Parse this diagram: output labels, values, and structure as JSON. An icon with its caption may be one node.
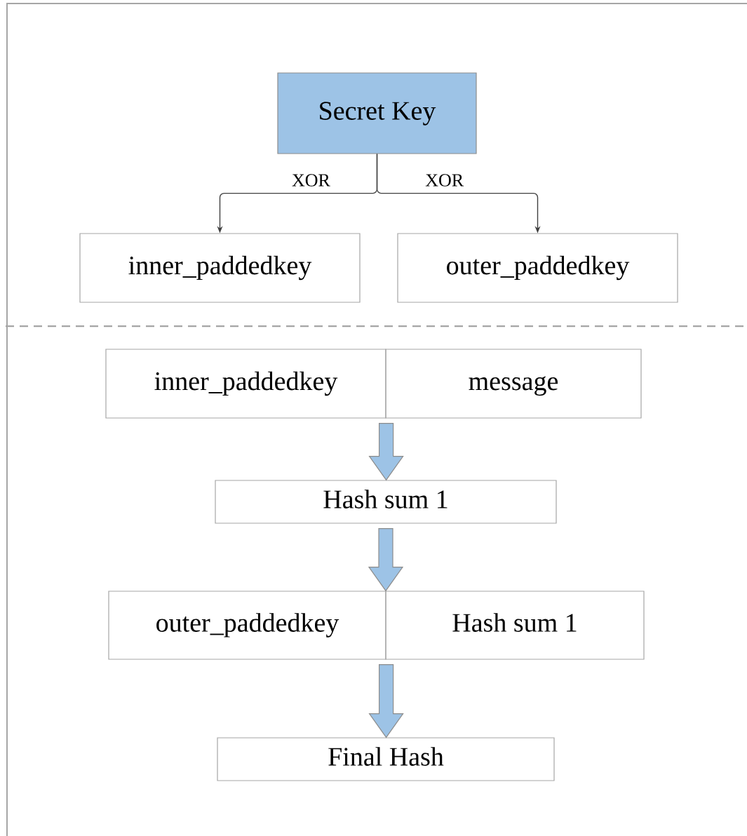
{
  "diagram": {
    "nodes": [
      {
        "text": [
          "Secret Key"
        ]
      },
      {
        "text": [
          "inner_paddedkey"
        ]
      },
      {
        "text": [
          "outer_paddedkey"
        ]
      },
      {
        "text": [
          "inner_paddedkey"
        ]
      },
      {
        "text": [
          "message"
        ]
      },
      {
        "text": [
          "Hash sum 1"
        ]
      },
      {
        "text": [
          "outer_paddedkey"
        ]
      },
      {
        "text": [
          "Hash sum 1"
        ]
      },
      {
        "text": [
          "Final Hash"
        ]
      }
    ],
    "edges": [
      {
        "from": 0,
        "to": 1,
        "arrow": "to",
        "label": "XOR"
      },
      {
        "from": 0,
        "to": 2,
        "arrow": "to",
        "label": "XOR"
      },
      {
        "from": 3,
        "to": 5,
        "arrow": "to",
        "style": "thick"
      },
      {
        "from": 4,
        "to": 5,
        "arrow": "to",
        "style": "thick"
      },
      {
        "from": 5,
        "to": 6,
        "arrow": "to",
        "style": "thick"
      },
      {
        "from": 5,
        "to": 7,
        "arrow": "to",
        "style": "thick"
      },
      {
        "from": 6,
        "to": 8,
        "arrow": "to",
        "style": "thick"
      },
      {
        "from": 7,
        "to": 8,
        "arrow": "to",
        "style": "thick"
      }
    ]
  }
}
